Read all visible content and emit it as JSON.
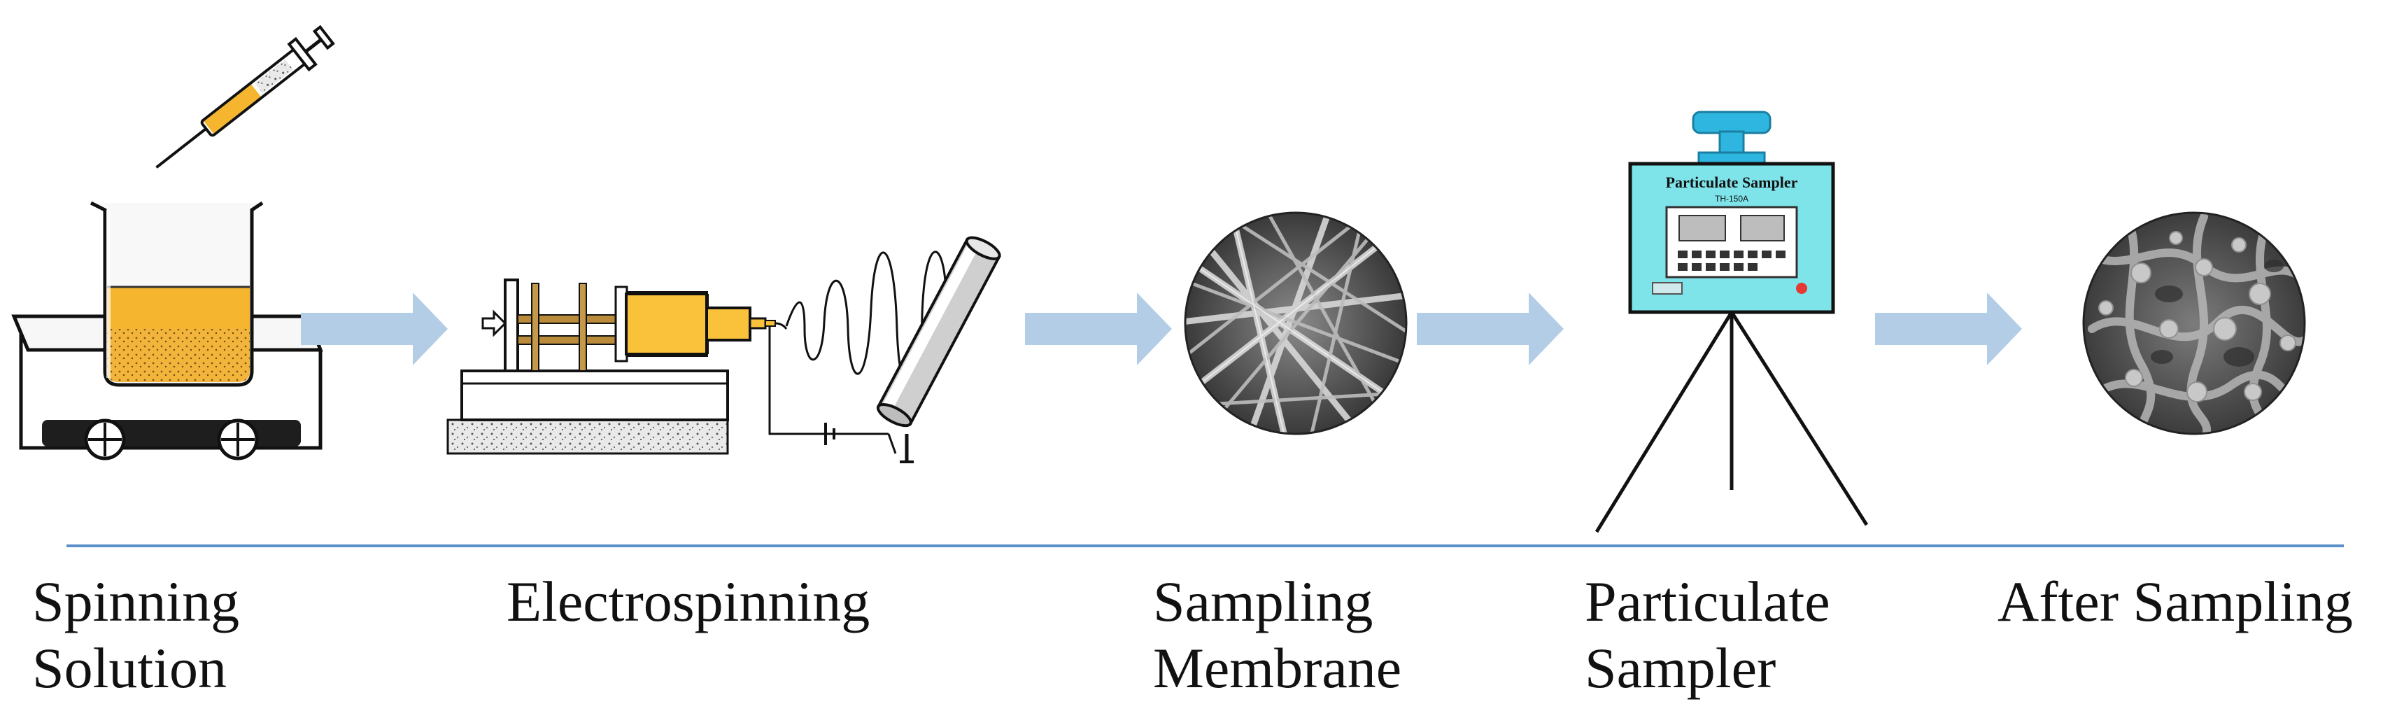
{
  "colors": {
    "arrow": "#b4cde6",
    "baseline": "#5b8fc7",
    "solution": "#f5b52e",
    "sampler_body": "#7fe3ea",
    "sampler_knob": "#2fb6e0",
    "text": "#111111"
  },
  "steps": [
    {
      "id": "spinning-solution",
      "label_lines": [
        "Spinning",
        "Solution"
      ]
    },
    {
      "id": "electrospinning",
      "label_lines": [
        "Electrospinning"
      ]
    },
    {
      "id": "sampling-membrane",
      "label_lines": [
        "Sampling",
        "Membrane"
      ]
    },
    {
      "id": "particulate-sampler",
      "label_lines": [
        "Particulate",
        "Sampler"
      ]
    },
    {
      "id": "after-sampling",
      "label_lines": [
        "After Sampling"
      ]
    }
  ],
  "sampler_panel": {
    "title": "Particulate Sampler",
    "model": "TH-150A"
  }
}
